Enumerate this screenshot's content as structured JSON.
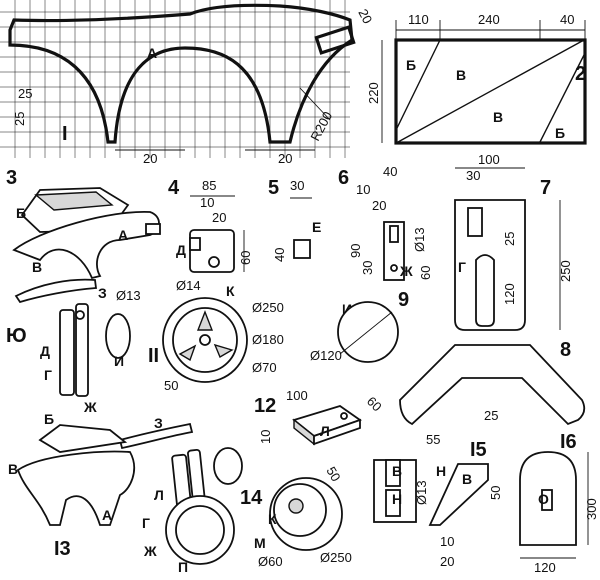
{
  "figures": {
    "f1": "I",
    "f2": "2",
    "f3": "3",
    "f4": "4",
    "f5": "5",
    "f6": "6",
    "f7": "7",
    "f8": "8",
    "f9": "9",
    "f10": "Ю",
    "f11": "II",
    "f12": "12",
    "f13": "I3",
    "f14": "14",
    "f15": "I5",
    "f16": "I6"
  },
  "parts": {
    "A": "А",
    "B": "Б",
    "V": "В",
    "G": "Г",
    "D": "Д",
    "E": "Е",
    "ZH": "Ж",
    "Z": "З",
    "I": "И",
    "K": "К",
    "L": "Л",
    "M": "М",
    "N": "Н",
    "O": "О",
    "P": "П"
  },
  "dims": {
    "d20": "20",
    "d25": "25",
    "d30": "30",
    "d40": "40",
    "d50": "50",
    "d55": "55",
    "d60": "60",
    "d85": "85",
    "d90": "90",
    "d100": "100",
    "d110": "110",
    "d120": "120",
    "d220": "220",
    "d240": "240",
    "d250": "250",
    "d300": "300",
    "d10": "10",
    "r200": "R200",
    "dia13": "Ø13",
    "dia14": "Ø14",
    "dia60": "Ø60",
    "dia70": "Ø70",
    "dia120": "Ø120",
    "dia180": "Ø180",
    "dia250": "Ø250"
  }
}
